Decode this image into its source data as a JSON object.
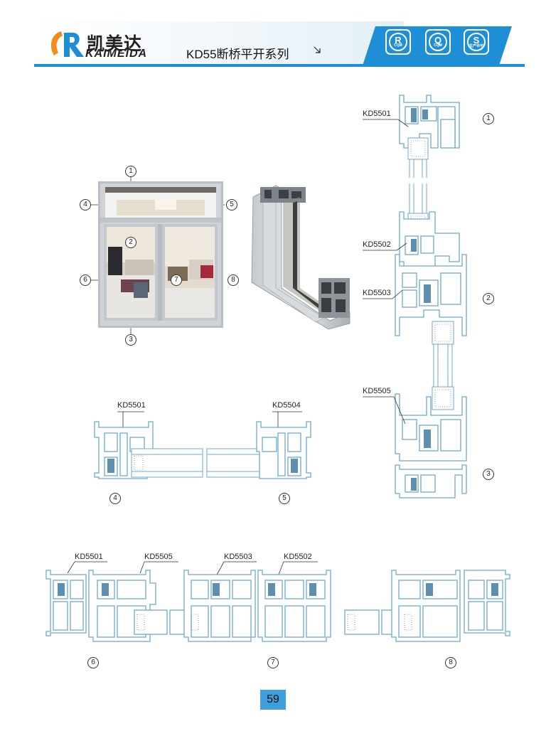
{
  "header": {
    "brand_cn": "凯美达",
    "brand_en": "KAIMEIDA",
    "series_title": "KD55断桥平开系列",
    "certs": [
      {
        "letter": "R",
        "sub": "CQM"
      },
      {
        "letter": "Q",
        "sub": "CQM"
      },
      {
        "letter": "S",
        "sub": "生产许可"
      }
    ]
  },
  "window_callouts": {
    "c1": "1",
    "c2": "2",
    "c3": "3",
    "c4": "4",
    "c5": "5",
    "c6": "6",
    "c7": "7",
    "c8": "8"
  },
  "right_column": {
    "labels": {
      "kd5501": "KD5501",
      "kd5502": "KD5502",
      "kd5503": "KD5503",
      "kd5505": "KD5505"
    },
    "markers": {
      "m1": "1",
      "m2": "2",
      "m3": "3"
    }
  },
  "middle_left": {
    "labels": {
      "kd5501": "KD5501",
      "kd5504": "KD5504"
    },
    "markers": {
      "m4": "4",
      "m5": "5"
    }
  },
  "bottom": {
    "labels": {
      "kd5501": "KD5501",
      "kd5505": "KD5505",
      "kd5503": "KD5503",
      "kd5502": "KD5502"
    },
    "markers": {
      "m6": "6",
      "m7": "7",
      "m8": "8"
    }
  },
  "page_number": "59",
  "colors": {
    "brand_blue": "#1e8fd6",
    "brand_orange": "#f28c1b",
    "profile_stroke": "#6ea9cc",
    "page_badge": "#3d9fdb"
  }
}
